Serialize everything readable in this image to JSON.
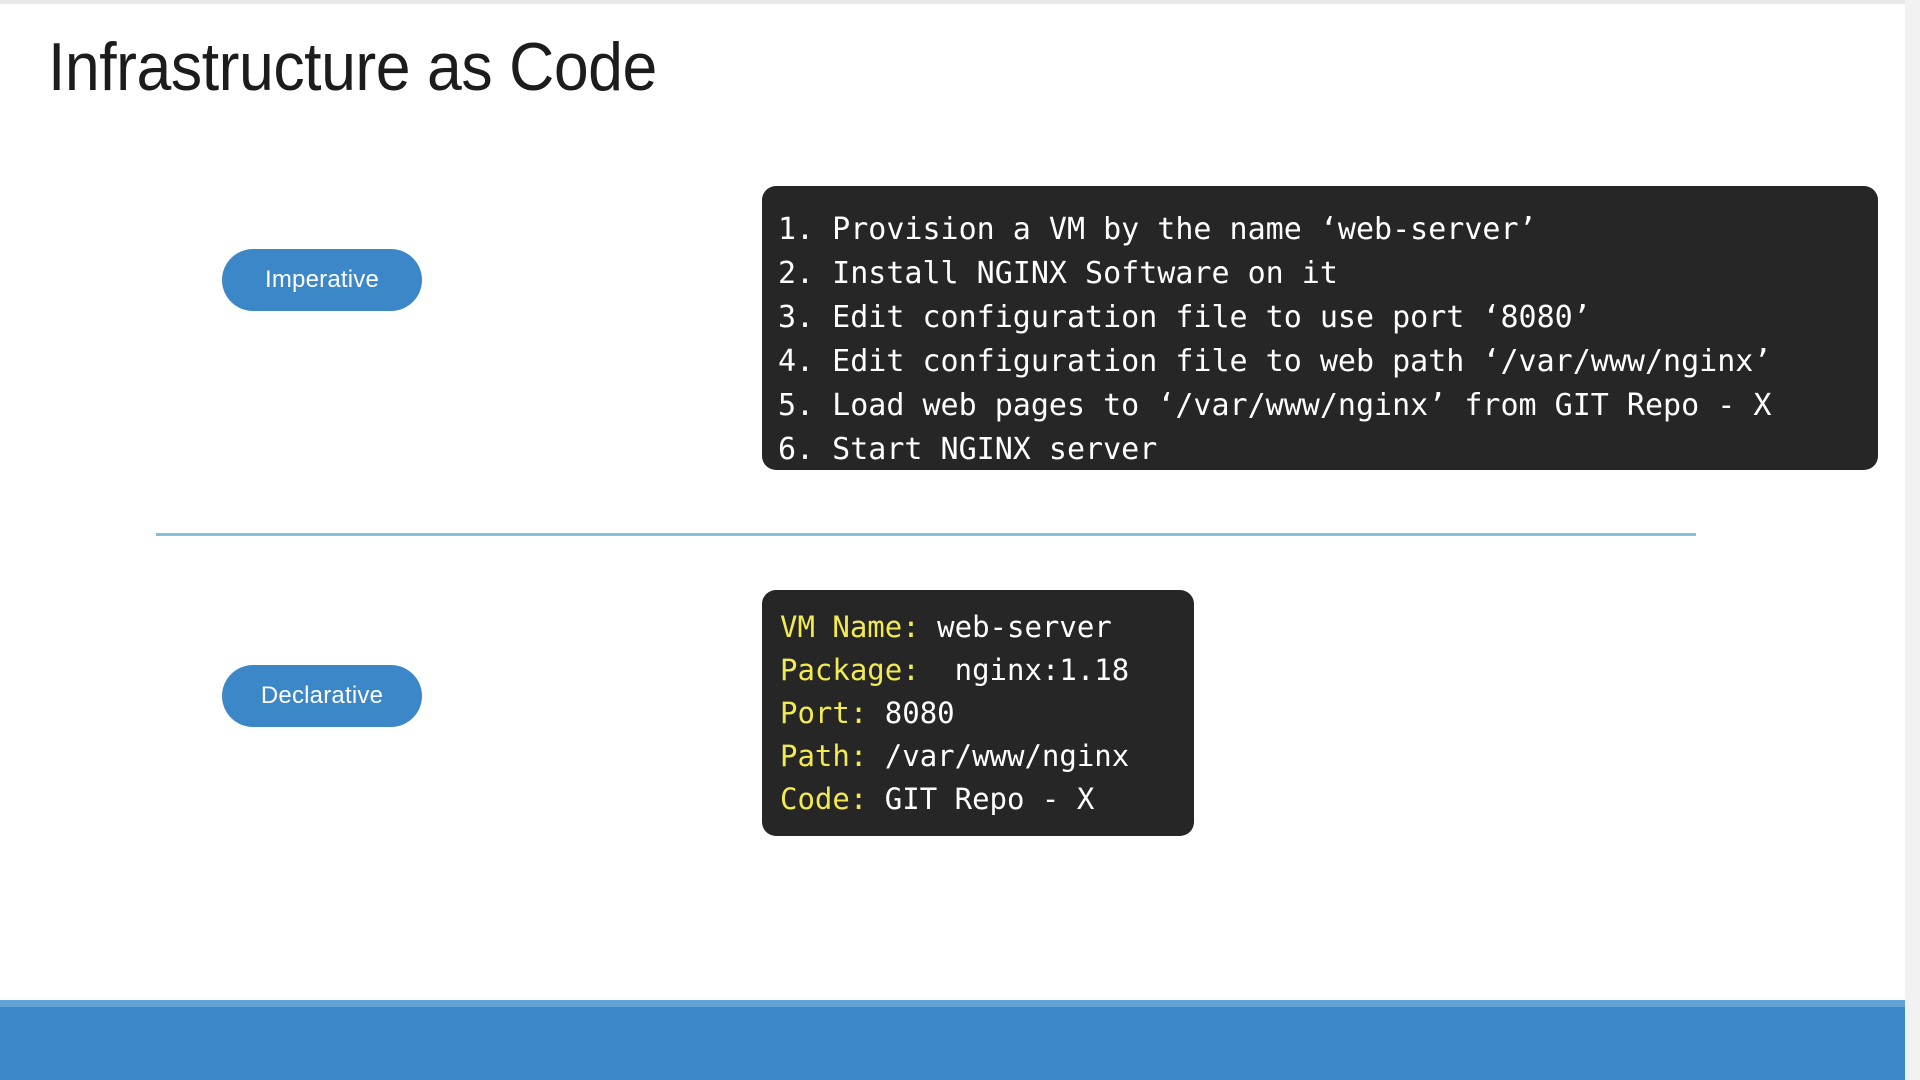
{
  "slide": {
    "title": "Infrastructure as Code",
    "accent_color": "#3c87c8",
    "divider_color": "#87bdd8",
    "code_background": "#262626",
    "code_key_color": "#f2ea53",
    "code_text_color": "#ffffff"
  },
  "imperative": {
    "pill_label": "Imperative",
    "lines": [
      "1. Provision a VM by the name ‘web-server’",
      "2. Install NGINX Software on it",
      "3. Edit configuration file to use port ‘8080’",
      "4. Edit configuration file to web path ‘/var/www/nginx’",
      "5. Load web pages to ‘/var/www/nginx’ from GIT Repo - X",
      "6. Start NGINX server"
    ]
  },
  "declarative": {
    "pill_label": "Declarative",
    "entries": [
      {
        "key": "VM Name:",
        "value": " web-server"
      },
      {
        "key": "Package:",
        "value": "  nginx:1.18"
      },
      {
        "key": "Port:",
        "value": " 8080"
      },
      {
        "key": "Path:",
        "value": " /var/www/nginx"
      },
      {
        "key": "Code:",
        "value": " GIT Repo - X"
      }
    ]
  }
}
